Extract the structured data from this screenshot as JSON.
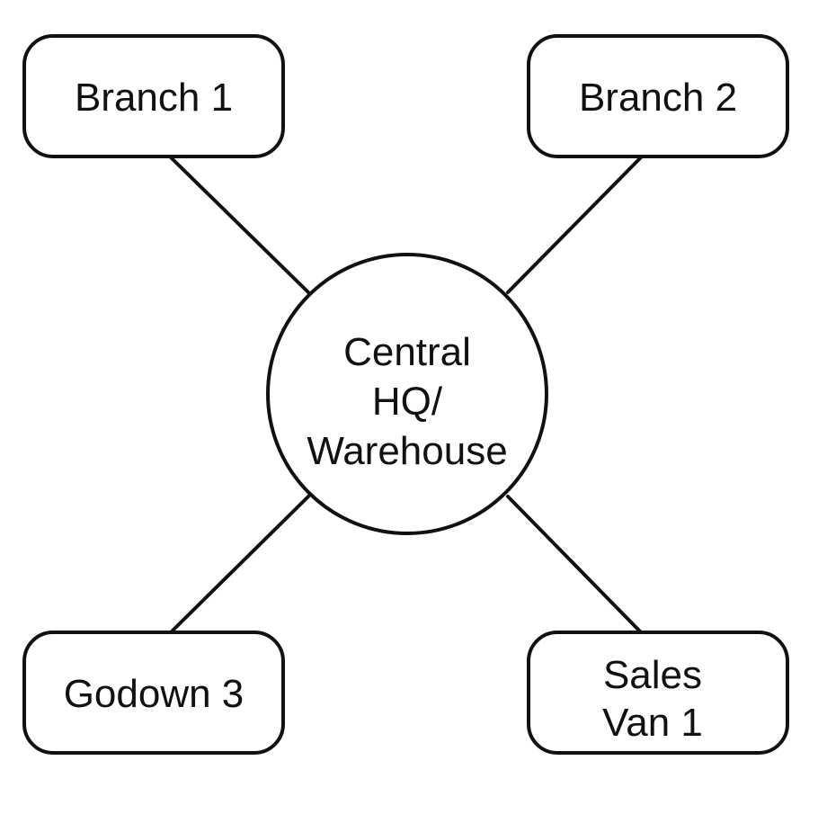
{
  "colors": {
    "background": "#ffffff",
    "stroke": "#111111",
    "text": "#111111"
  },
  "hub": {
    "lines": [
      "Central",
      "HQ/",
      "Warehouse"
    ]
  },
  "nodes": [
    {
      "id": "branch-1",
      "lines": [
        "Branch 1"
      ]
    },
    {
      "id": "branch-2",
      "lines": [
        "Branch 2"
      ]
    },
    {
      "id": "godown-3",
      "lines": [
        "Godown 3"
      ]
    },
    {
      "id": "sales-van-1",
      "lines": [
        "Sales",
        "Van 1"
      ]
    }
  ]
}
